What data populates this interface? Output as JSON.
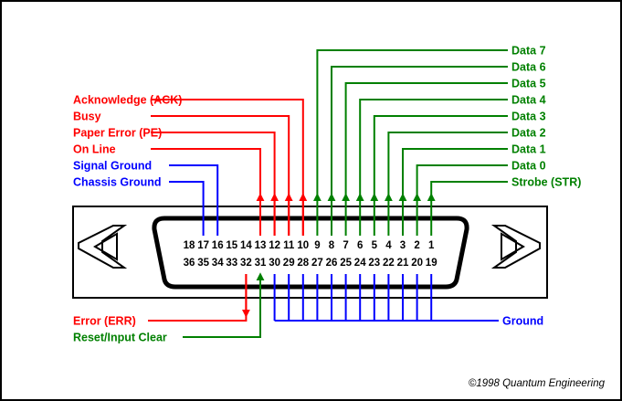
{
  "colors": {
    "red": "#ff0000",
    "green": "#008000",
    "blue": "#0000ff",
    "black": "#000000",
    "background": "#ffffff"
  },
  "connector": {
    "top_row_pins": [
      "18",
      "17",
      "16",
      "15",
      "14",
      "13",
      "12",
      "11",
      "10",
      "9",
      "8",
      "7",
      "6",
      "5",
      "4",
      "3",
      "2",
      "1"
    ],
    "bottom_row_pins": [
      "36",
      "35",
      "34",
      "33",
      "32",
      "31",
      "30",
      "29",
      "28",
      "27",
      "26",
      "25",
      "24",
      "23",
      "22",
      "21",
      "20",
      "19"
    ]
  },
  "signals_top_right": [
    {
      "label": "Data 7",
      "pin": "9"
    },
    {
      "label": "Data 6",
      "pin": "8"
    },
    {
      "label": "Data 5",
      "pin": "7"
    },
    {
      "label": "Data 4",
      "pin": "6"
    },
    {
      "label": "Data 3",
      "pin": "5"
    },
    {
      "label": "Data 2",
      "pin": "4"
    },
    {
      "label": "Data 1",
      "pin": "3"
    },
    {
      "label": "Data 0",
      "pin": "2"
    },
    {
      "label": "Strobe (STR)",
      "pin": "1"
    }
  ],
  "signals_top_left": [
    {
      "label": "Acknowledge (ACK)",
      "pin": "10",
      "color": "red"
    },
    {
      "label": "Busy",
      "pin": "11",
      "color": "red"
    },
    {
      "label": "Paper Error (PE)",
      "pin": "12",
      "color": "red"
    },
    {
      "label": "On Line",
      "pin": "13",
      "color": "red"
    },
    {
      "label": "Signal Ground",
      "pin": "16",
      "color": "blue"
    },
    {
      "label": "Chassis Ground",
      "pin": "17",
      "color": "blue"
    }
  ],
  "signals_bottom": [
    {
      "label": "Error (ERR)",
      "pin": "32",
      "color": "red"
    },
    {
      "label": "Reset/Input Clear",
      "pin": "31",
      "color": "green"
    }
  ],
  "ground": {
    "label": "Ground",
    "pins": [
      "30",
      "29",
      "28",
      "27",
      "26",
      "25",
      "24",
      "23",
      "22",
      "21",
      "20",
      "19"
    ]
  },
  "copyright": "©1998 Quantum Engineering"
}
